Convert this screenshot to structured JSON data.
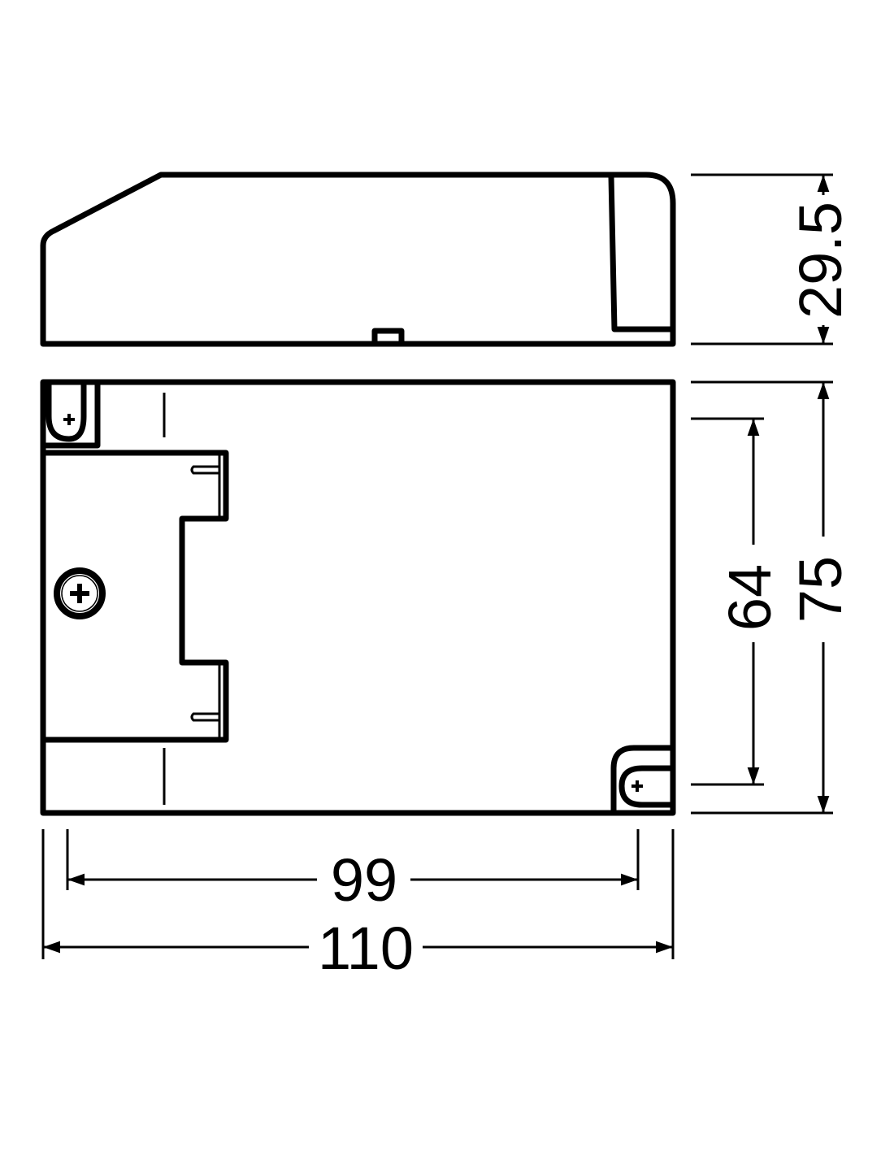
{
  "drawing": {
    "units": "mm",
    "dimensions": {
      "height": "29.5",
      "width": "75",
      "mount_width": "64",
      "mount_length": "99",
      "length": "110"
    },
    "colors": {
      "line": "#000000",
      "background": "#ffffff"
    }
  }
}
